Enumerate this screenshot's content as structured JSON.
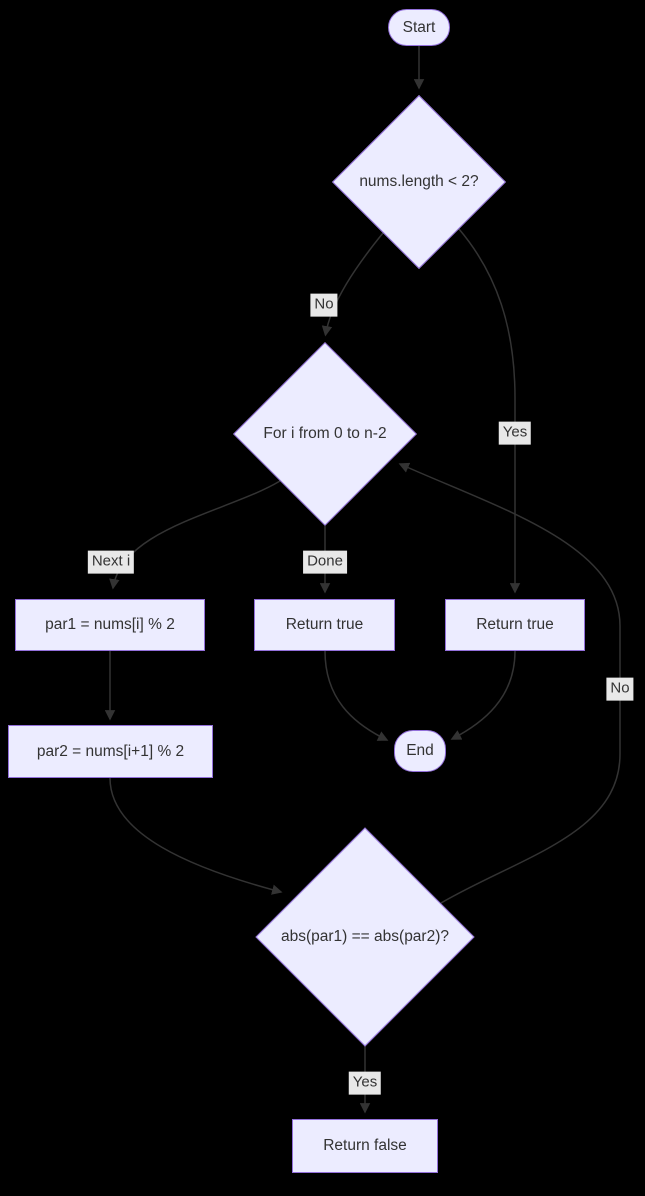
{
  "diagram": {
    "type": "flowchart",
    "colors": {
      "background": "#000000",
      "node_fill": "#ECECFF",
      "node_border": "#9370DB",
      "node_text": "#333333",
      "edge_stroke": "#333333",
      "edge_label_bg": "#e8e8e8",
      "edge_label_text": "#333333"
    },
    "nodes": {
      "start": {
        "label": "Start",
        "shape": "stadium"
      },
      "check_length": {
        "label": "nums.length < 2?",
        "shape": "diamond"
      },
      "for_loop": {
        "label": "For i from 0 to n-2",
        "shape": "diamond"
      },
      "par1": {
        "label": "par1 = nums[i] % 2",
        "shape": "rect"
      },
      "return_true_done": {
        "label": "Return true",
        "shape": "rect"
      },
      "return_true_yes": {
        "label": "Return true",
        "shape": "rect"
      },
      "par2": {
        "label": "par2 = nums[i+1] % 2",
        "shape": "rect"
      },
      "end": {
        "label": "End",
        "shape": "stadium"
      },
      "abs_check": {
        "label": "abs(par1) == abs(par2)?",
        "shape": "diamond"
      },
      "return_false": {
        "label": "Return false",
        "shape": "rect"
      }
    },
    "edges": [
      {
        "from": "start",
        "to": "check_length",
        "label": ""
      },
      {
        "from": "check_length",
        "to": "for_loop",
        "label": "No"
      },
      {
        "from": "check_length",
        "to": "return_true_yes",
        "label": "Yes"
      },
      {
        "from": "for_loop",
        "to": "par1",
        "label": "Next i"
      },
      {
        "from": "for_loop",
        "to": "return_true_done",
        "label": "Done"
      },
      {
        "from": "par1",
        "to": "par2",
        "label": ""
      },
      {
        "from": "return_true_done",
        "to": "end",
        "label": ""
      },
      {
        "from": "return_true_yes",
        "to": "end",
        "label": ""
      },
      {
        "from": "par2",
        "to": "abs_check",
        "label": ""
      },
      {
        "from": "abs_check",
        "to": "for_loop",
        "label": "No"
      },
      {
        "from": "abs_check",
        "to": "return_false",
        "label": "Yes"
      }
    ]
  }
}
